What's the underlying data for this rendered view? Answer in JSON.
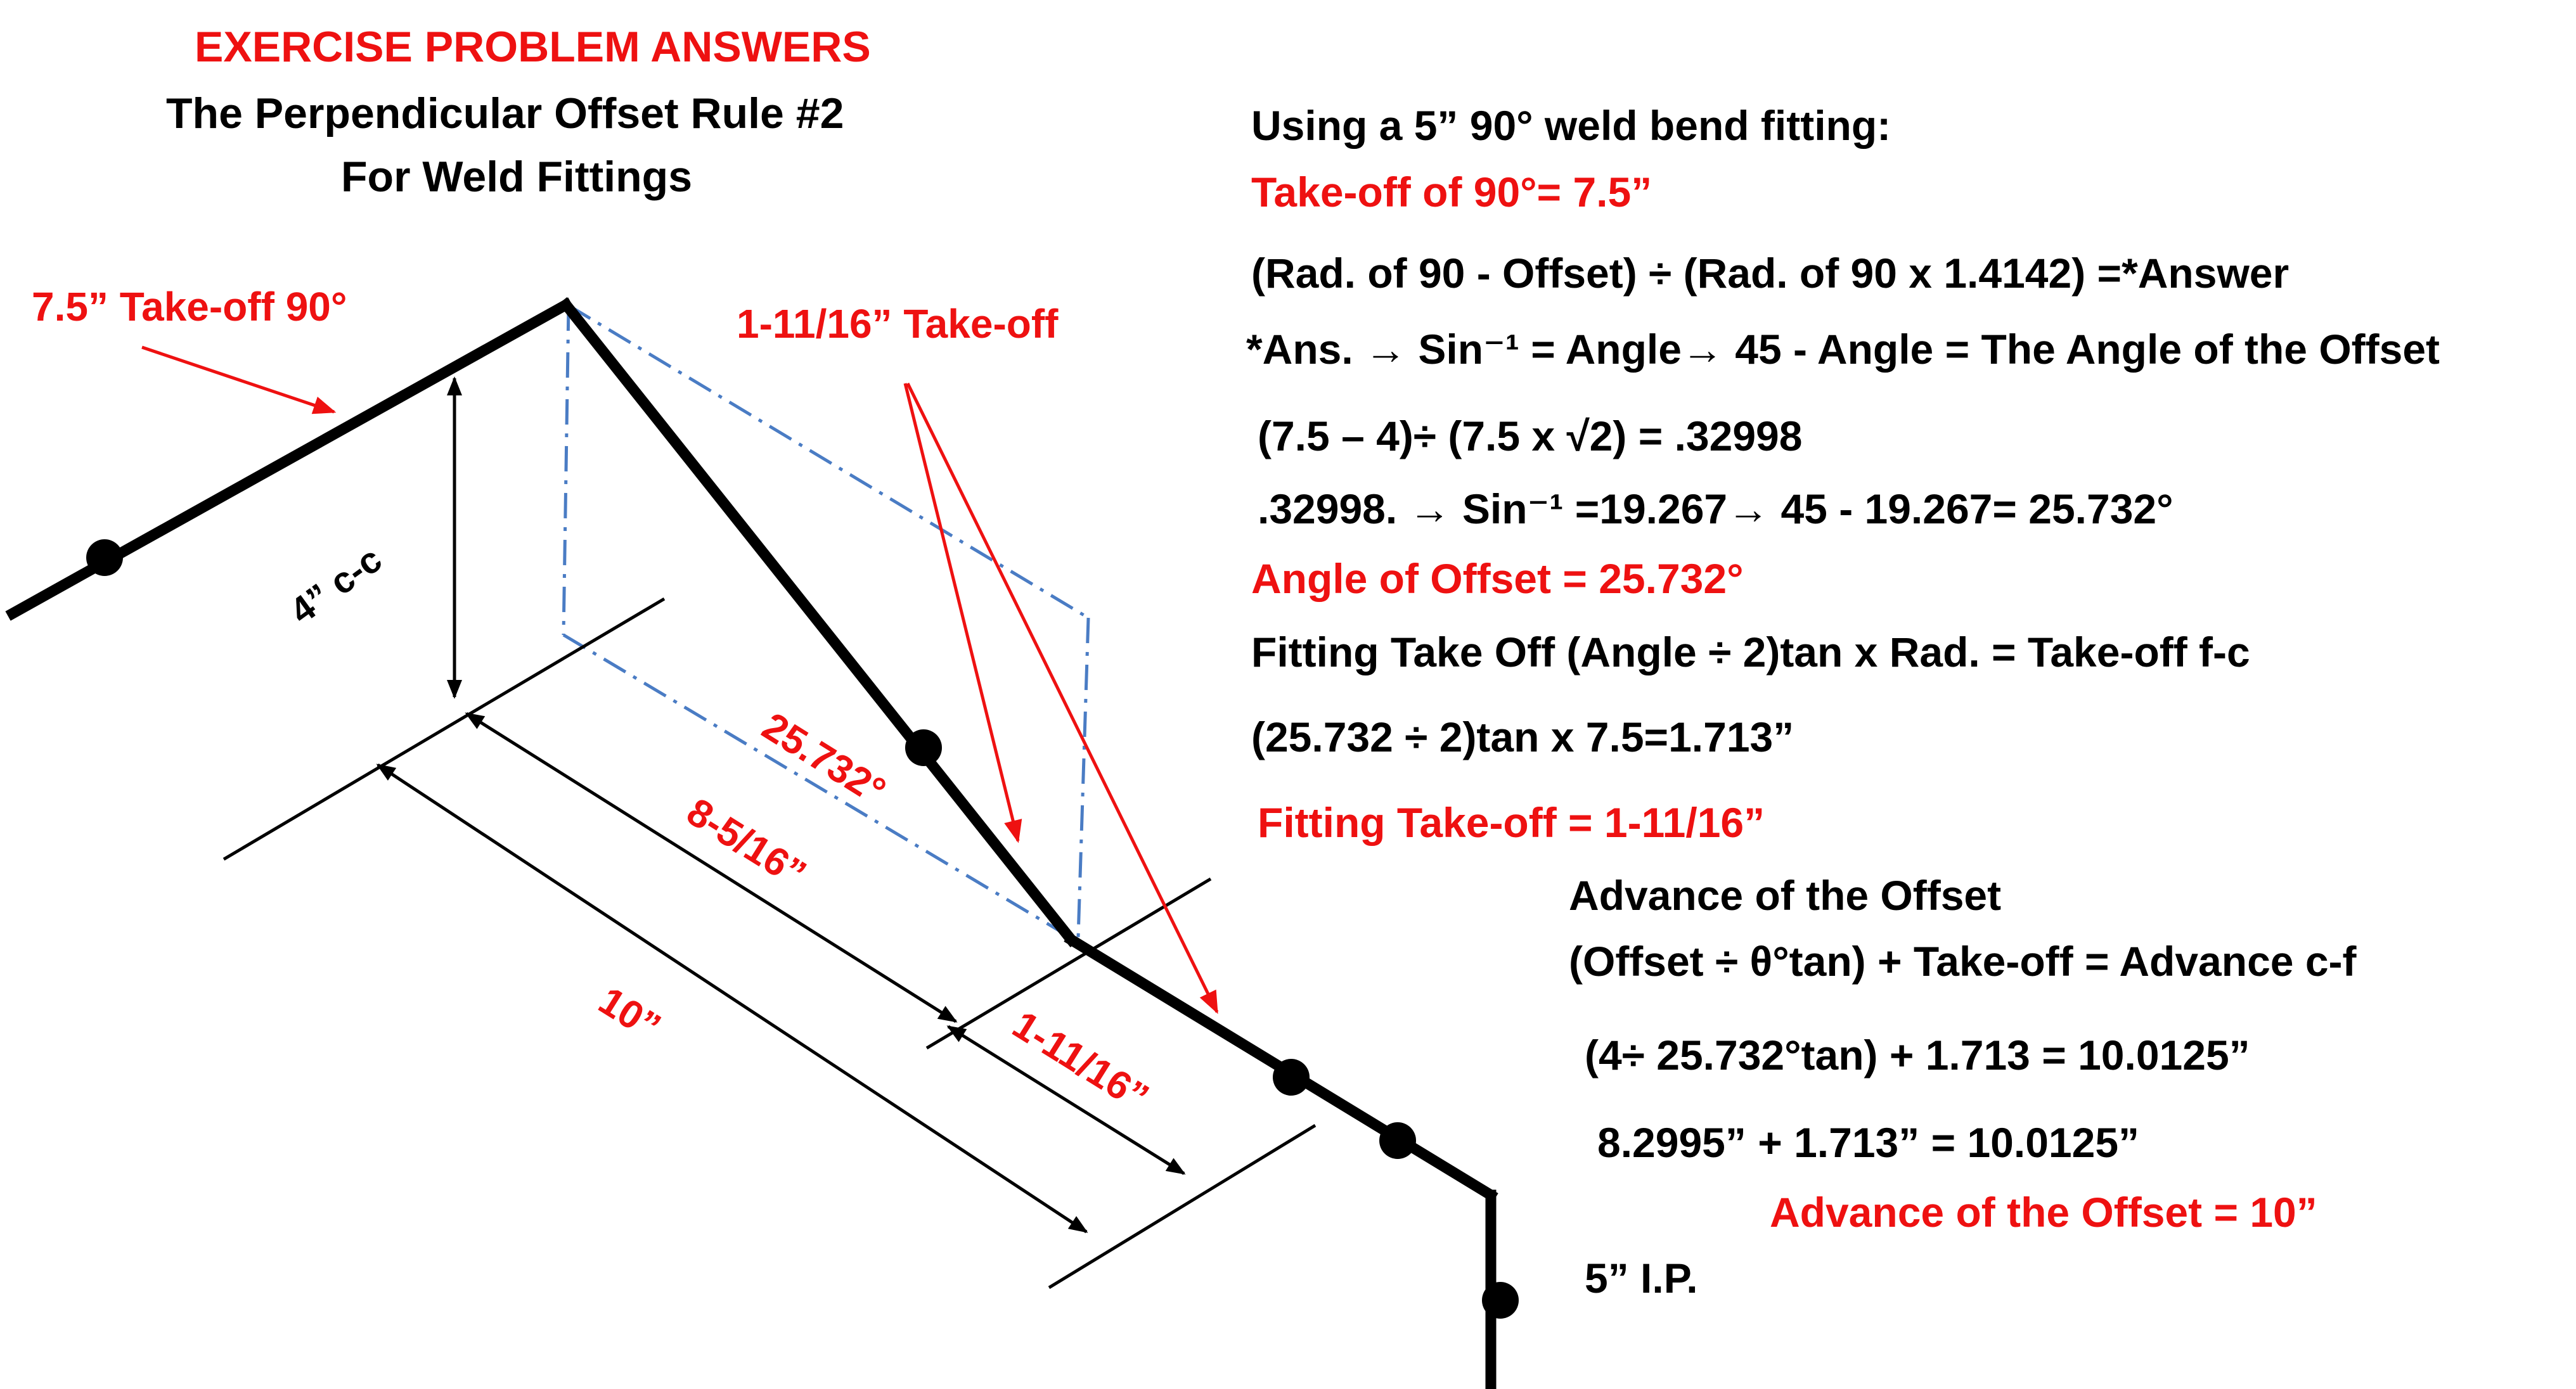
{
  "header": {
    "title": "EXERCISE PROBLEM ANSWERS",
    "subtitle_line1": "The Perpendicular Offset Rule #2",
    "subtitle_line2": "For Weld Fittings"
  },
  "diagram_labels": {
    "takeoff_90": "7.5” Take-off 90°",
    "fitting_takeoff": "1-11/16” Take-off",
    "offset_cc": "4” c-c",
    "angle": "25.732°",
    "dim_8_5_16": "8-5/16”",
    "dim_10": "10”",
    "dim_1_11_16": "1-11/16”"
  },
  "calculations": {
    "l01": "Using a 5” 90° weld bend  fitting:",
    "l02": "Take-off of 90°= 7.5”",
    "l03": "(Rad. of 90 - Offset) ÷ (Rad. of 90 x 1.4142) =*Answer",
    "l04": "*Ans. → Sin⁻¹ = Angle→ 45 - Angle = The Angle of the Offset",
    "l05": "(7.5 – 4)÷ (7.5 x √2) = .32998",
    "l06": ".32998. → Sin⁻¹ =19.267→ 45 - 19.267= 25.732°",
    "l07": "Angle of Offset = 25.732°",
    "l08": "Fitting Take Off (Angle ÷ 2)tan x Rad. = Take-off f-c",
    "l09": "(25.732 ÷ 2)tan x 7.5=1.713”",
    "l10": "Fitting Take-off = 1-11/16”",
    "l11": "Advance of the Offset",
    "l12": "(Offset ÷ θ°tan) + Take-off = Advance c-f",
    "l13": "(4÷ 25.732°tan) + 1.713 = 10.0125”",
    "l14": "8.2995” + 1.713” = 10.0125”",
    "l15": "Advance of the Offset = 10”",
    "l16": "5” I.P."
  },
  "colors": {
    "accent": "#ee1111",
    "text": "#000000",
    "construction": "#4a7cc4"
  }
}
